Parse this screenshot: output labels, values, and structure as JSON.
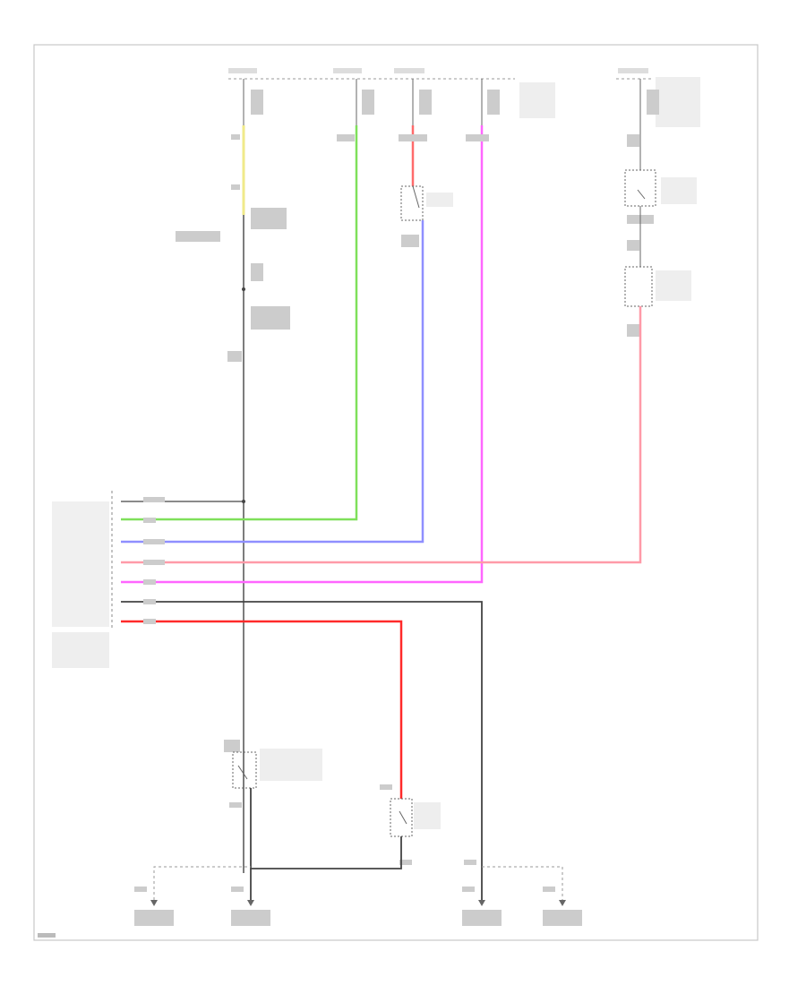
{
  "colors": {
    "frame": "#c8c8c8",
    "black_wire": "#444444",
    "yellow_wire": "#f0ea8a",
    "green_wire": "#7fe05a",
    "blue_wire": "#8f8fff",
    "red_wire": "#ff6b6b",
    "pink_wire": "#ff9aa8",
    "magenta_wire": "#ff66ff",
    "bright_red_wire": "#ff2a2a",
    "dashed_bus": "#999999"
  },
  "icons": [
    "switch-icon",
    "ground-icon",
    "splice-dot-icon"
  ],
  "module_pins": [
    "1",
    "2",
    "3",
    "4",
    "5",
    "6",
    "7"
  ]
}
